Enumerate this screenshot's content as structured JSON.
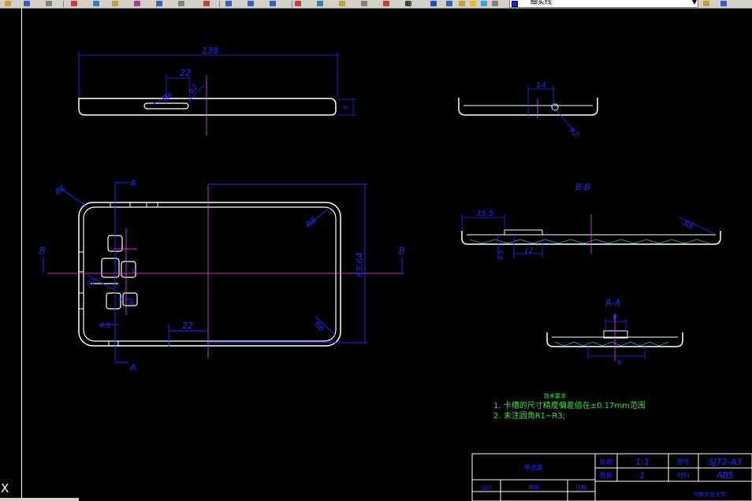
{
  "toolbar": {
    "buttons": [
      "open-file-icon",
      "save-icon",
      "print-icon",
      "cut-icon",
      "copy-icon",
      "paste-icon",
      "match-properties-icon",
      "undo-icon",
      "redo-icon",
      "pan-icon",
      "zoom-realtime-icon",
      "zoom-window-icon",
      "zoom-previous-icon",
      "properties-icon",
      "design-center-icon",
      "tool-palettes-icon",
      "sheet-set-icon",
      "markup-icon",
      "calculator-icon",
      "help-icon"
    ],
    "layer_icons": [
      "layer-manager-icon",
      "layer-state-icon",
      "layer-on-icon",
      "layer-freeze-icon",
      "layer-lock-icon"
    ],
    "layer_name": "细实线",
    "layer_color": "#1010ff"
  },
  "views": {
    "top_overall": "138",
    "top_slot_spacing": "22",
    "top_r_left": "R2",
    "top_r_right": "R2",
    "top_thickness": "8",
    "plan_r_corner": "R6",
    "plan_r_inner": "R8",
    "plan_height": "63.64",
    "plan_bottom_22": "22",
    "plan_left_48": "4.8",
    "plan_r_left": "R2",
    "plan_dim_8": "8",
    "plan_dim_4": "4",
    "cut_a": "A",
    "cut_b": "B",
    "right_top_14": "14",
    "right_top_r2": "R2",
    "bb_title": "B-B",
    "bb_355": "35.5",
    "bb_r6": "R6",
    "bb_45": "4.5",
    "bb_12": "12",
    "aa_title": "A-A",
    "aa_8": "8",
    "aa_6": "6"
  },
  "notes": {
    "heading": "技术要求",
    "line1": "1. 卡槽的尺寸精度偏差值在±0.17mm范围",
    "line2": "2. 未注圆角R1~R3;"
  },
  "title_block": {
    "name": "电池盖",
    "scale_label": "比例",
    "scale_value": "1:1",
    "drawing_no_label": "图号",
    "drawing_no": "SJT2-A3",
    "qty_label": "数量",
    "qty_value": "1",
    "material_label": "材料",
    "material_value": "ABS",
    "designer_label": "设计",
    "checker_label": "审核",
    "date_label": "日期",
    "school": "华南农业大学"
  },
  "ucs_label": "X"
}
